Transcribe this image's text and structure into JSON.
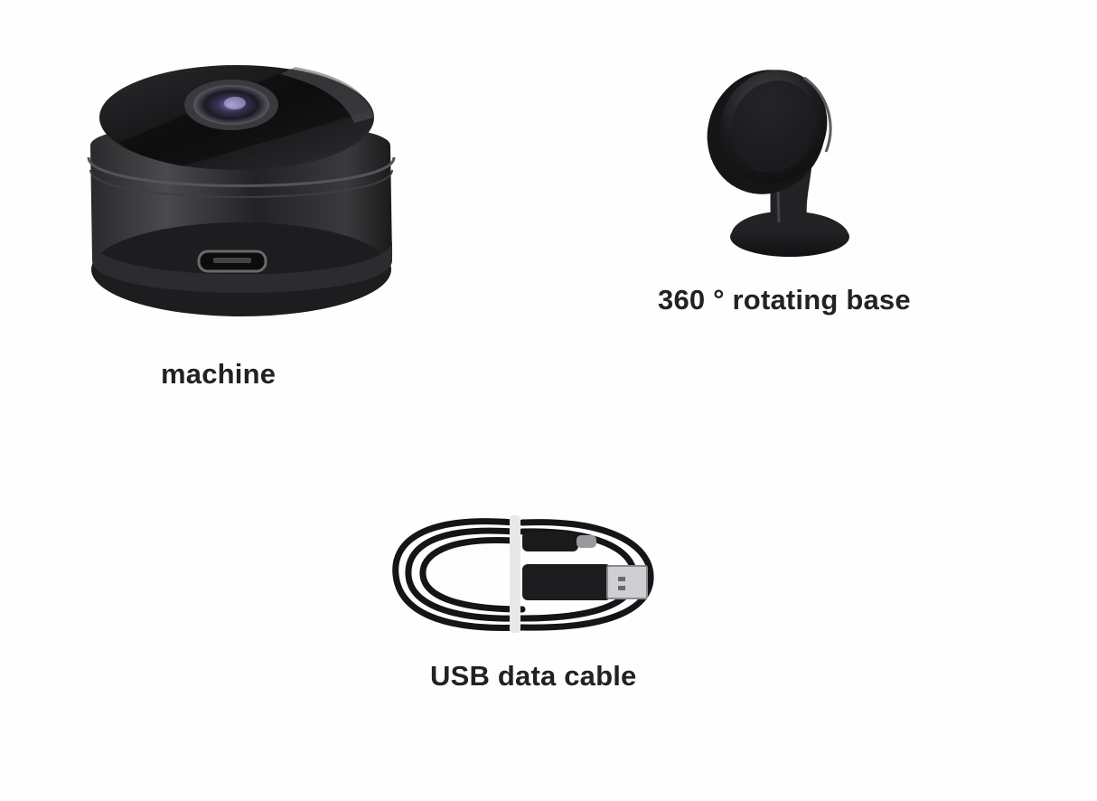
{
  "items": [
    {
      "id": "machine",
      "label": "machine",
      "icon": "camera-icon"
    },
    {
      "id": "base",
      "label": "360 ° rotating base",
      "icon": "magnetic-mount-icon"
    },
    {
      "id": "cable",
      "label": "USB data cable",
      "icon": "usb-cable-icon"
    }
  ],
  "colors": {
    "background": "#fefefe",
    "label": "#222222",
    "product": "#1e1e20"
  }
}
